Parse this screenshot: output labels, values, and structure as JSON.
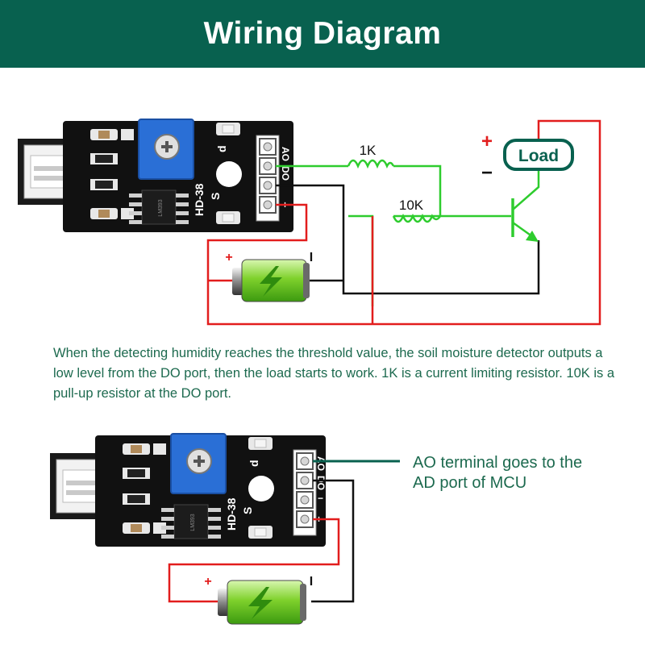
{
  "title": "Wiring Diagram",
  "diagram1": {
    "resistor_1k": "1K",
    "resistor_10k": "10K",
    "load_label": "Load",
    "plus_sign": "+",
    "minus_sign": "−",
    "battery_plus": "+",
    "battery_minus": "I",
    "pins": [
      "AO",
      "DO",
      "−",
      "+"
    ],
    "board_label": "HD-38",
    "board_letters": [
      "d",
      "S"
    ],
    "chip_label": "LM393"
  },
  "description": "When the detecting humidity reaches the threshold value, the soil moisture detector outputs a low level from the DO port, then the load starts to work. 1K is a current limiting resistor. 10K is a pull-up resistor at the DO port.",
  "diagram2": {
    "ao_note_line1": "AO terminal goes to the",
    "ao_note_line2": "AD port of MCU",
    "battery_plus": "+",
    "battery_minus": "I",
    "pins": [
      "AO",
      "DO",
      "−",
      "+"
    ],
    "board_label": "HD-38",
    "board_letters": [
      "d",
      "S"
    ],
    "chip_label": "LM393"
  },
  "colors": {
    "header_bg": "#08614f",
    "wire_red": "#e21d1d",
    "wire_green": "#2ecc2e",
    "wire_black": "#111111",
    "pcb": "#111111",
    "pot_blue": "#2a6fd6",
    "text_green": "#1d6a4f"
  }
}
